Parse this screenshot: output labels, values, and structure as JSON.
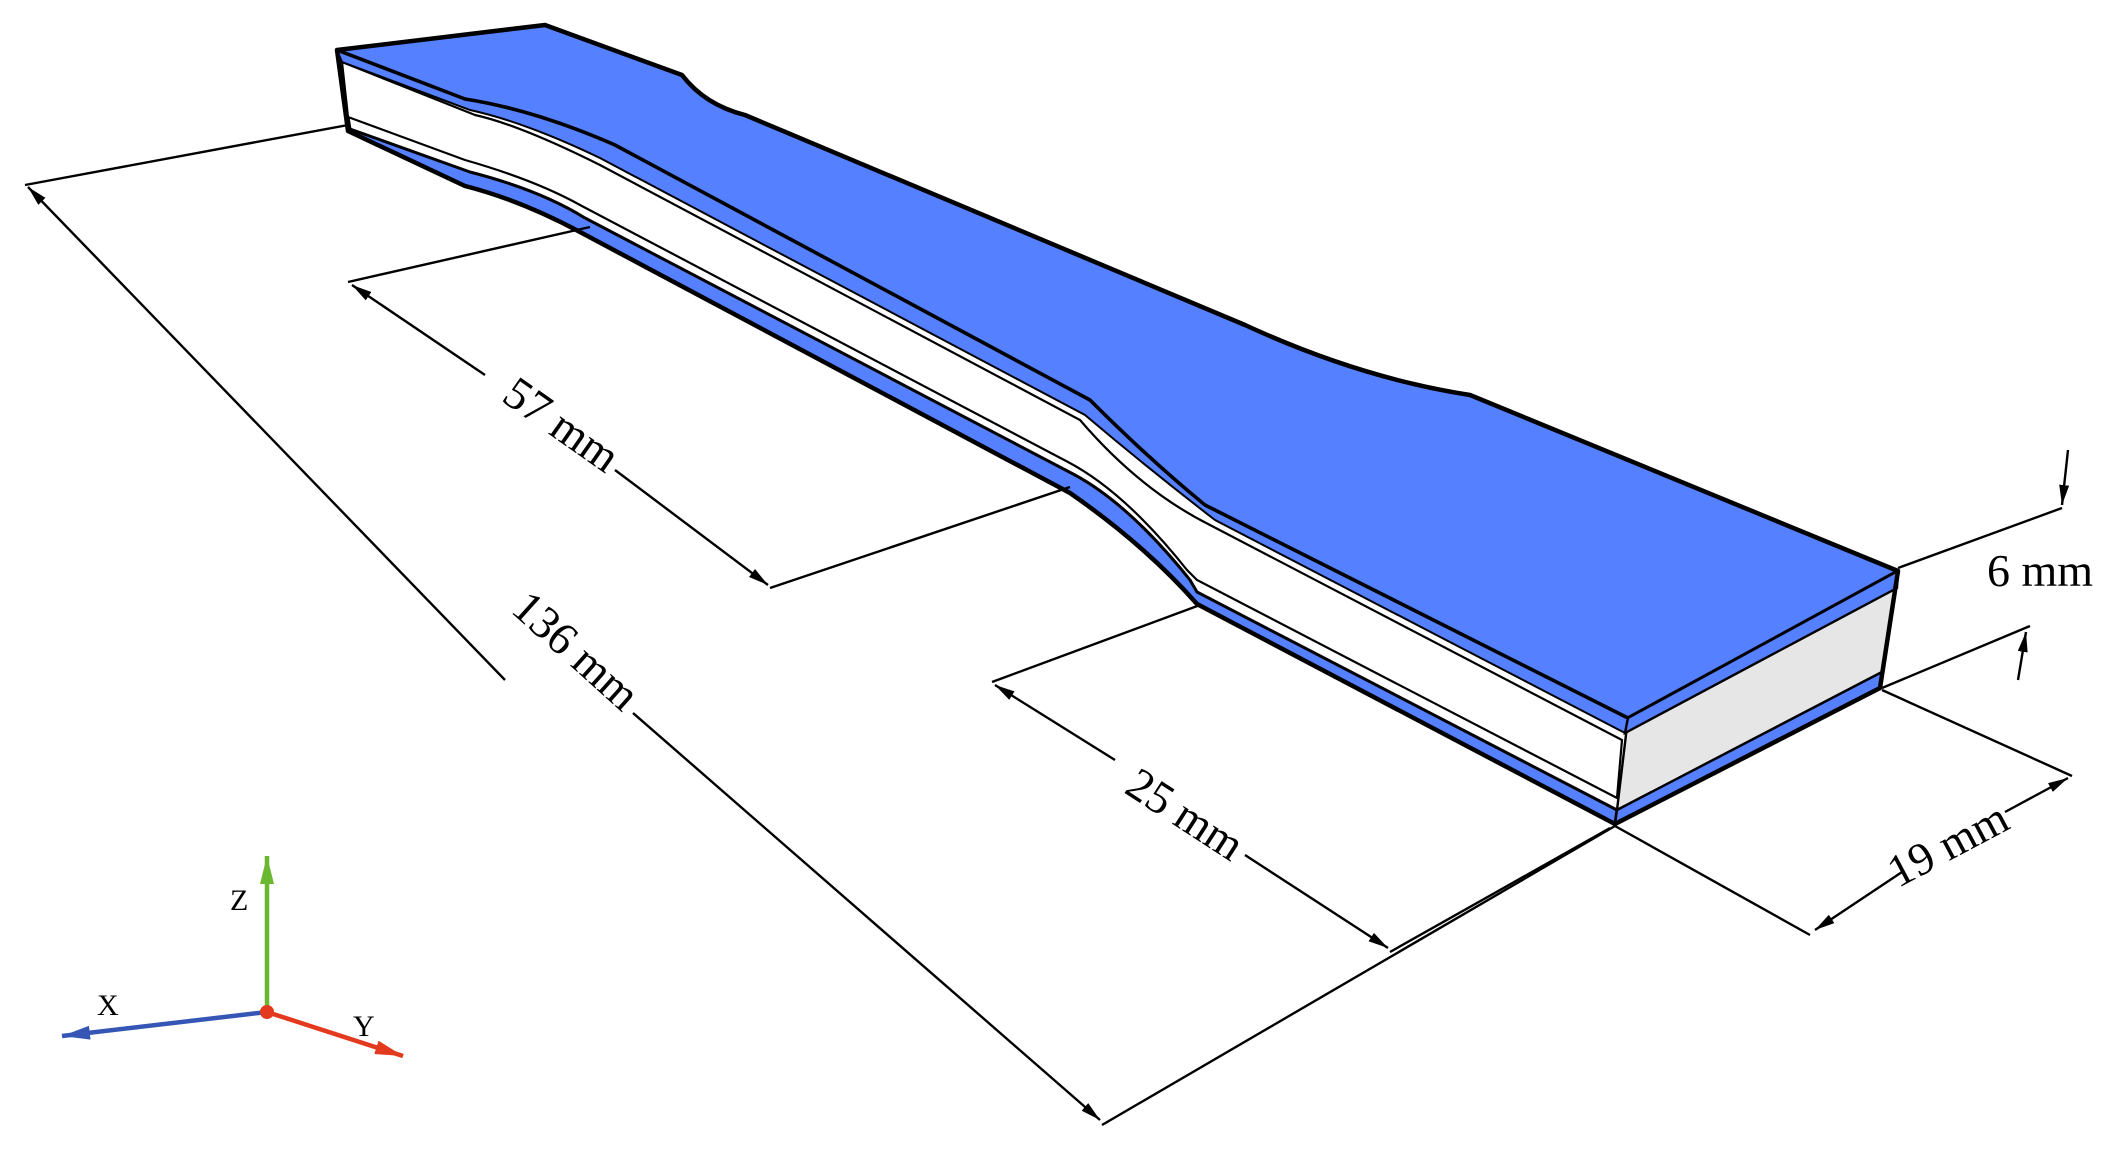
{
  "dimensions": {
    "overall_length": "136 mm",
    "gauge_length": "57 mm",
    "grip_length": "25 mm",
    "width": "19 mm",
    "thickness": "6 mm"
  },
  "axes": {
    "x": "X",
    "y": "Y",
    "z": "Z"
  },
  "colors": {
    "skin": "#5580ff",
    "core_side": "#ffffff",
    "core_end": "#e6e6e6",
    "outline": "#000000",
    "axis_x": "#3556b5",
    "axis_y": "#e33a1f",
    "axis_z": "#6ab82f",
    "origin": "#e33a1f"
  }
}
